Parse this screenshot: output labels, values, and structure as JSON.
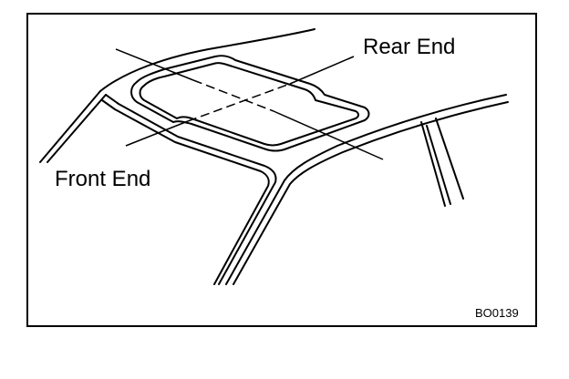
{
  "diagram": {
    "labels": {
      "rear_end": "Rear End",
      "front_end": "Front End",
      "figure_code": "BO0139"
    },
    "stroke_color": "#000000",
    "background_color": "#ffffff"
  }
}
